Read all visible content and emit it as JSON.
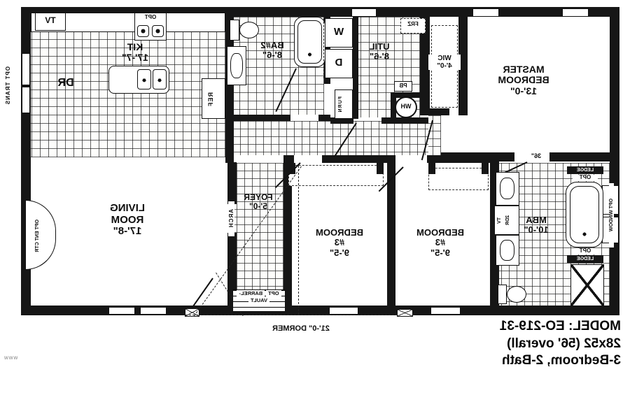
{
  "watermark": "www",
  "title_block": {
    "model": "MODEL: EO-219-31",
    "size": "28x52 (56' overall)",
    "config": "3-Bedroom, 2-Bath"
  },
  "dimension_label": "21'-0\" DORMER",
  "rooms": {
    "dining": {
      "name": "DR"
    },
    "kitchen": {
      "name": "KIT",
      "dim": "17'-7\""
    },
    "bath2": {
      "name": "BA#2",
      "dim": "8'-6\""
    },
    "utility": {
      "name": "UTIL",
      "dim": "8'-6\""
    },
    "wic": {
      "name": "WIC",
      "dim": "4'-0\""
    },
    "master_bedroom": {
      "name1": "MASTER",
      "name2": "BEDROOM",
      "dim": "13'-0\""
    },
    "living_room": {
      "name1": "LIVING",
      "name2": "ROOM",
      "dim": "17'-8\""
    },
    "foyer": {
      "name": "FOYER",
      "dim": "5'-0\""
    },
    "bedroom_mid": {
      "name": "BEDROOM",
      "num": "#3",
      "dim": "9'-5\""
    },
    "bedroom_right": {
      "name": "BEDROOM",
      "num": "#3",
      "dim": "9'-5\""
    },
    "master_bath": {
      "name": "MBA",
      "dim": "10'-0\""
    }
  },
  "fixtures": {
    "tv_shelf": "TV",
    "range_opt": "OPT",
    "refrigerator": "REF",
    "washer": "W",
    "dryer": "D",
    "furnace": "FURN",
    "freezer": "FRZ",
    "plumb_box": "PB",
    "water_heater": "WH",
    "opt_transom": "OPT TRANS",
    "opt_ent_ctr": "OPT ENT CTR",
    "arch": "ARCH",
    "barrel_vault_1": "OPT",
    "barrel_vault_2": "BARREL-",
    "barrel_vault_3": "VAULT",
    "tv_cab_1": "TV",
    "tv_cab_2": "2DR",
    "ledge_top_opt": "OPT",
    "ledge_top": "LEDGE",
    "ledge_bot_opt": "OPT",
    "ledge_bot": "LEDGE",
    "opt_window": "OPT WINDOW",
    "door_width": "36\""
  }
}
